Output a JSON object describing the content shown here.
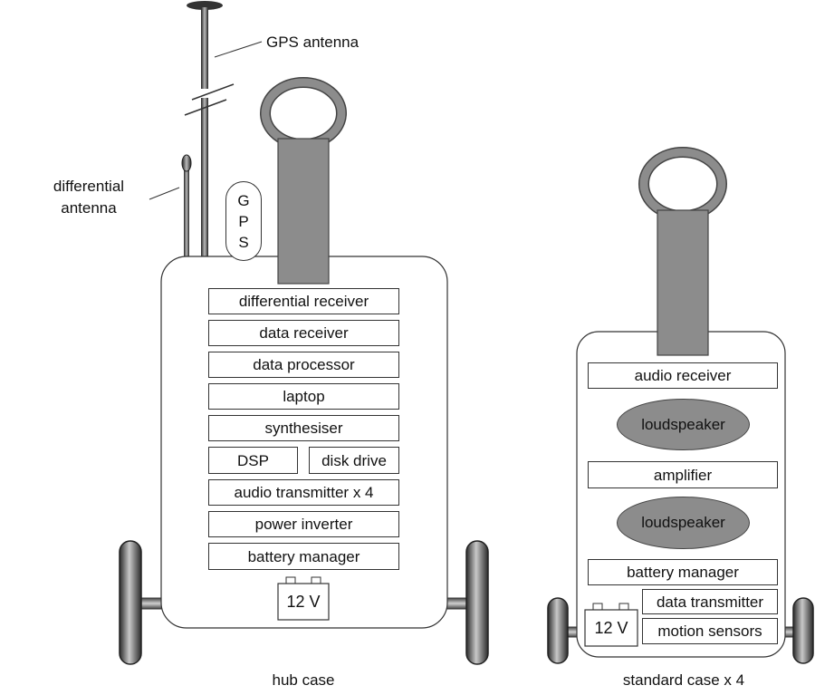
{
  "antennas": {
    "gps_label": "GPS antenna",
    "differential_label_line1": "differential",
    "differential_label_line2": "antenna"
  },
  "hub_case": {
    "caption": "hub case",
    "gps_unit": [
      "G",
      "P",
      "S"
    ],
    "modules": [
      "differential receiver",
      "data receiver",
      "data processor",
      "laptop",
      "synthesiser"
    ],
    "split_row": [
      "DSP",
      "disk drive"
    ],
    "modules_lower": [
      "audio transmitter x 4",
      "power inverter",
      "battery manager"
    ],
    "battery": "12 V"
  },
  "standard_case": {
    "caption": "standard case x 4",
    "audio_receiver": "audio receiver",
    "loudspeaker_top": "loudspeaker",
    "amplifier": "amplifier",
    "loudspeaker_bottom": "loudspeaker",
    "battery_manager": "battery manager",
    "data_transmitter": "data transmitter",
    "motion_sensors": "motion sensors",
    "battery": "12 V"
  },
  "colors": {
    "handle_gray": "#8c8c8c",
    "wheel_dark": "#333333",
    "outline": "#333333"
  }
}
